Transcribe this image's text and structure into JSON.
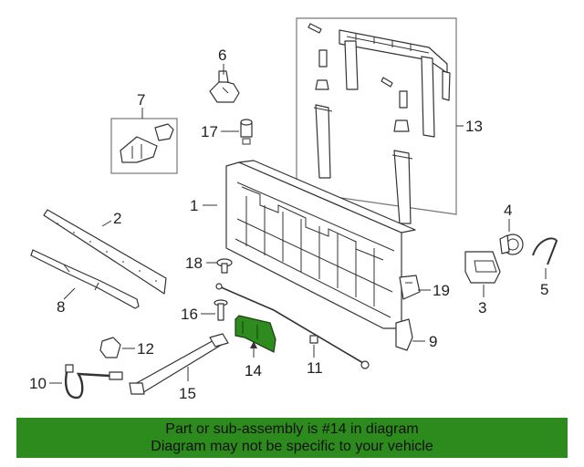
{
  "diagram": {
    "callouts": [
      "1",
      "2",
      "3",
      "4",
      "5",
      "6",
      "7",
      "8",
      "9",
      "10",
      "11",
      "12",
      "13",
      "14",
      "15",
      "16",
      "17",
      "18",
      "19"
    ],
    "highlight_color": "#2e8b1e"
  },
  "banner": {
    "line1": "Part or sub-assembly is #14 in diagram",
    "line2": "Diagram may not be specific to your vehicle",
    "background": "#2d8a1c"
  }
}
